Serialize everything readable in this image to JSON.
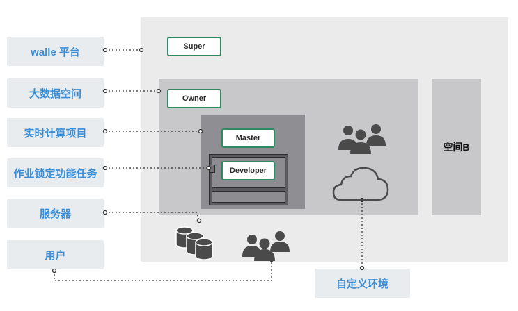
{
  "left_labels": {
    "walle": "walle 平台",
    "big_data": "大数据空间",
    "realtime": "实时计算项目",
    "job_lock": "作业锁定功能任务",
    "server": "服务器",
    "user": "用户"
  },
  "roles": {
    "super": "Super",
    "owner": "Owner",
    "master": "Master",
    "developer": "Developer"
  },
  "space_b": "空间B",
  "custom_env": "自定义环境",
  "icons": [
    "users-group-icon",
    "cloud-icon",
    "database-icon",
    "users-group-icon"
  ],
  "colors": {
    "label_bg": "#e9ecef",
    "label_text": "#3b8ed6",
    "role_border": "#2f8a63",
    "region_outer": "#ebebeb",
    "region_inner": "#c8c8cb",
    "region_master": "#8f8f93",
    "icon": "#4a4a4a"
  }
}
